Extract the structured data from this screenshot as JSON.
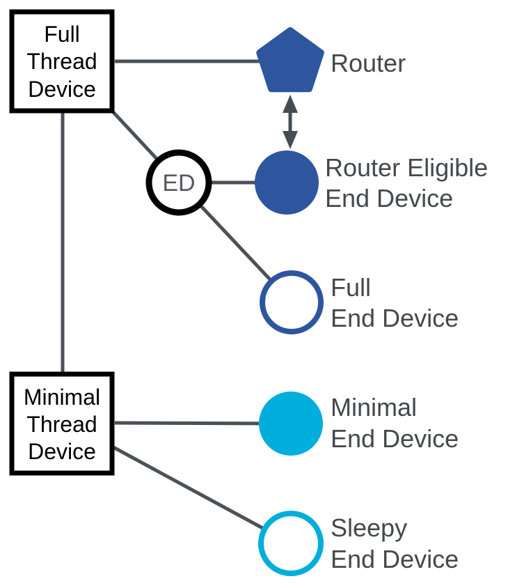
{
  "colors": {
    "blue": "#2d569e",
    "cyan": "#00aedb",
    "line": "#4b5157",
    "arrow": "#454d54",
    "label": "#43484c",
    "ed_text": "#54595e",
    "box_border": "#000000",
    "box_fill": "#ffffff",
    "background": "#ffffff"
  },
  "boxes": {
    "full_thread_device": {
      "line1": "Full",
      "line2": "Thread",
      "line3": "Device"
    },
    "minimal_thread_device": {
      "line1": "Minimal",
      "line2": "Thread",
      "line3": "Device"
    }
  },
  "nodes": {
    "router": {
      "label_line1": "Router"
    },
    "router_eligible_end_device": {
      "label_line1": "Router Eligible",
      "label_line2": "End Device"
    },
    "full_end_device": {
      "label_line1": "Full",
      "label_line2": "End Device"
    },
    "minimal_end_device": {
      "label_line1": "Minimal",
      "label_line2": "End Device"
    },
    "sleepy_end_device": {
      "label_line1": "Sleepy",
      "label_line2": "End Device"
    }
  },
  "ed_badge": {
    "label": "ED"
  }
}
